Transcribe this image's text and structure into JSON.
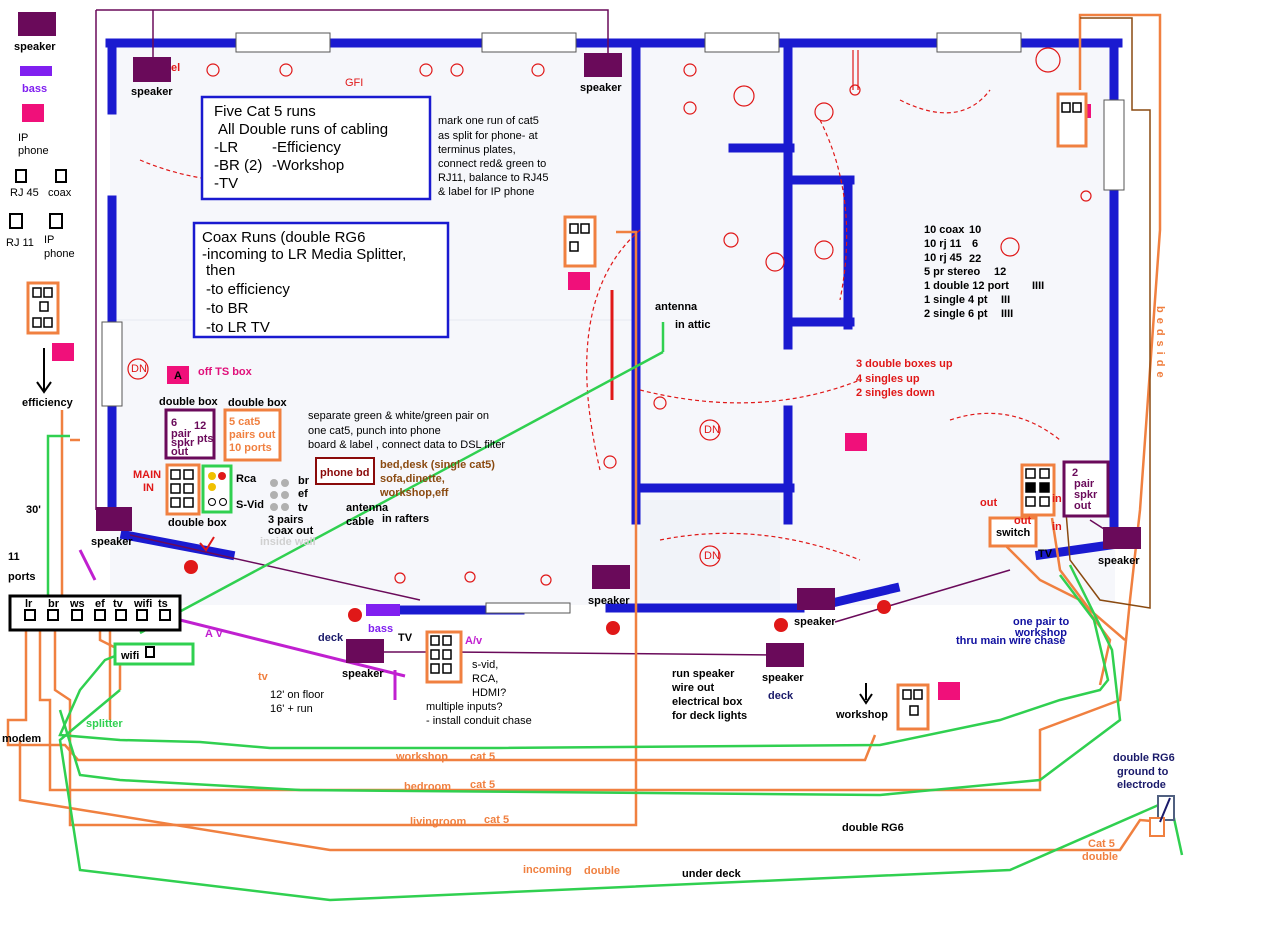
{
  "legend": {
    "speaker": "speaker",
    "bass": "bass",
    "ip_phone_1": "IP",
    "ip_phone_2": "phone",
    "rj45": "RJ 45",
    "coax": "coax",
    "rj11": "RJ 11",
    "ip2_1": "IP",
    "ip2_2": "phone",
    "efficiency": "efficiency"
  },
  "cat5_box": {
    "title": "Five Cat 5 runs",
    "line1": "All  Double runs of cabling",
    "line2a": "-LR",
    "line2b": "-Efficiency",
    "line3a": "-BR (2)",
    "line3b": "-Workshop",
    "line4": "-TV"
  },
  "coax_box": {
    "title": "Coax Runs (double RG6",
    "line1": "-incoming to LR Media Splitter,",
    "line2": "then",
    "line3": "-to efficiency",
    "line4": "-to BR",
    "line5": "-to LR TV"
  },
  "phone_note": {
    "l1": "mark one run of cat5",
    "l2": "as split for phone- at",
    "l3": "terminus plates,",
    "l4": "connect red& green to",
    "l5": "RJ11,  balance to RJ45",
    "l6": "& label for IP phone"
  },
  "inventory": {
    "r1a": "10 coax",
    "r1b": "10",
    "r2a": "10 rj 11",
    "r2b": "6",
    "r3a": "10 rj 45",
    "r3b": "22",
    "r4a": "5 pr stereo",
    "r4b": "12",
    "r5a": "1 double 12 port",
    "r5b": "IIII",
    "r6a": "1 single 4 pt",
    "r6b": "III",
    "r7a": "2 single 6 pt",
    "r7b": "IIII"
  },
  "boxes_note": {
    "l1": "3 double boxes up",
    "l2": "4 singles up",
    "l3": "2 singles down"
  },
  "separate_note": {
    "l1": "separate  green & white/green pair on",
    "l2": "one cat5, punch into phone",
    "l3": "board & label  , connect data to DSL filter"
  },
  "labels": {
    "speaker_tl": "speaker",
    "el": "el",
    "speaker_top": "speaker",
    "antenna": "antenna",
    "in_attic": "in attic",
    "off_ts": "off TS box",
    "a": "A",
    "double_box_1": "double box",
    "double_box_2": "double box",
    "spkr_6": "6",
    "spkr_12": "12",
    "spkr_pair": "pair",
    "spkr_spkr": "spkr",
    "spkr_pts": "pts",
    "spkr_out": "out",
    "cat5_5": "5  cat5",
    "cat5_pairs": "pairs out",
    "cat5_ports": "10 ports",
    "phone_bd": "phone bd",
    "bed_desk": "bed,desk (single cat5)",
    "sofa": "sofa,dinette,",
    "workshop_eff": "workshop,eff",
    "main_in_1": "MAIN",
    "main_in_2": "IN",
    "rca": "Rca",
    "svid": "S-Vid",
    "double_box_3": "double box",
    "br": "br",
    "ef": "ef",
    "tv": "tv",
    "three_pairs": "3 pairs",
    "coax_out": "coax out",
    "inside_wall": "inside  wall",
    "antenna_cable_1": "antenna",
    "antenna_cable_2": "cable",
    "in_rafters": "in rafters",
    "thirty": "30'",
    "speaker_left": "speaker",
    "eleven": "11",
    "ports": "ports",
    "lr": "lr",
    "br2": "br",
    "ws": "ws",
    "ef2": "ef",
    "tv2": "tv",
    "wifi": "wifi",
    "ts": "ts",
    "wifi2": "wifi",
    "av": "A V",
    "tv_lbl": "tv",
    "deck": "deck",
    "bass": "bass",
    "tv_big": "TV",
    "speaker_mid": "speaker",
    "av2": "A/v",
    "svid2": "s-vid,",
    "rca2": "RCA,",
    "hdmi": "HDMI?",
    "multiple": "multiple inputs?",
    "conduit": "- install conduit chase",
    "floor_1": "12' on floor",
    "floor_2": "16' + run",
    "splitter": "splitter",
    "modem": "modem",
    "speaker_s1": "speaker",
    "speaker_s2": "speaker",
    "speaker_s3": "speaker",
    "run_speaker_1": "run speaker",
    "run_speaker_2": "wire out",
    "run_speaker_3": "electrical box",
    "run_speaker_4": "for deck lights",
    "deck2": "deck",
    "workshop": "workshop",
    "one_pair_1": "one pair to",
    "one_pair_2": "workshop",
    "one_pair_3": "thru main wire chase",
    "out1": "out",
    "out2": "out",
    "in1": "in",
    "in2": "in",
    "switch": "switch",
    "tv_right": "TV",
    "two_pair_1": "2",
    "two_pair_2": "pair",
    "two_pair_3": "spkr",
    "two_pair_4": "out",
    "speaker_right": "speaker",
    "bedside": "bedside",
    "workshop_run": "workshop",
    "cat5_a": "cat 5",
    "bedroom_run": "bedroom",
    "cat5_b": "cat 5",
    "living_run": "livingroom",
    "cat5_c": "cat 5",
    "double_rg6": "double RG6",
    "incoming": "incoming",
    "double": "double",
    "under_deck": "under deck",
    "ground_1": "double RG6",
    "ground_2": "ground to",
    "ground_3": "electrode",
    "cat5_double_1": "Cat 5",
    "cat5_double_2": "double",
    "dn1": "DN",
    "dn2": "DN",
    "dn3": "DN",
    "gfi": "GFI"
  },
  "colors": {
    "wall": "#1a1ad0",
    "purple": "#6a0a5a",
    "orange": "#f08040",
    "green": "#30d050",
    "pink": "#f0107a",
    "red": "#e01818",
    "navy": "#1010a0",
    "violet": "#8020f0"
  }
}
